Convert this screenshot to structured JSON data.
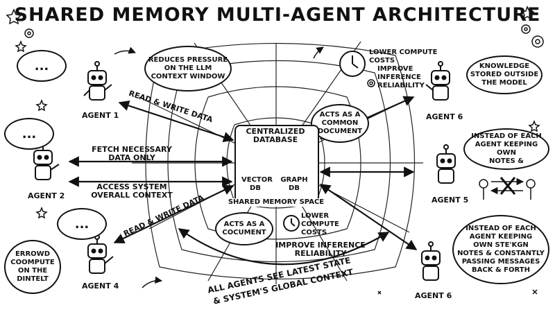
{
  "title": "SHARED MEMORY MULTI-AGENT ARCHITECTURE",
  "agents": {
    "agent1": "AGENT 1",
    "agent2": "AGENT 2",
    "agent4": "AGENT 4",
    "agent6_top": "AGENT 6",
    "agent5": "AGENT 5",
    "agent6_bottom": "AGENT 6"
  },
  "center": {
    "title_line1": "CENTRALIZED",
    "title_line2": "DATABASE",
    "vector_line1": "VECTOR",
    "vector_line2": "DB",
    "graph_line1": "GRAPH",
    "graph_line2": "DB",
    "shared_space": "SHARED MEMORY SPACE"
  },
  "arrows": {
    "agent1": "READ & WRITE DATA",
    "agent2_top_line1": "FETCH NECESSARY",
    "agent2_top_line2": "DATA ONLY",
    "agent2_bottom_line1": "ACCESS SYSTEM",
    "agent2_bottom_line2": "OVERALL CONTEXT",
    "agent4": "READ & WRITE DATA",
    "bottom_line1": "ALL AGENTS SEE LATEST STATE",
    "bottom_line2": "& SYSTEM'S GLOBAL CONTEXT"
  },
  "bubbles": {
    "pressure_line1": "REDUCES PRESSURE",
    "pressure_line2": "ON THE LLM",
    "pressure_line3": "CONTEXT WINDOW",
    "common_line1": "ACTS AS A",
    "common_line2": "COMMON",
    "common_line3": "DOCUMENT",
    "knowledge_line1": "KNOWLEDGE",
    "knowledge_line2": "STORED OUTSIDE",
    "knowledge_line3": "THE MODEL",
    "notes_line1": "INSTEAD OF EACH",
    "notes_line2": "AGENT KEEPING OWN",
    "notes_line3": "NOTES &",
    "errowd_line1": "ERROWD",
    "errowd_line2": "COOMPUTE",
    "errowd_line3": "ON THE",
    "errowd_line4": "DINTELT",
    "cocument_line1": "ACTS AS A",
    "cocument_line2": "COCUMENT",
    "messages_line1": "INSTEAD OF EACH",
    "messages_line2": "AGENT KEEPING",
    "messages_line3": "OWN STE'KGN",
    "messages_line4": "NOTES & CONSTANTLY",
    "messages_line5": "PASSING MESSAGES",
    "messages_line6": "BACK & FORTH",
    "dots": "..."
  },
  "benefits_top": {
    "line1": "LOWER COMPUTE",
    "line2": "COSTS",
    "line3": "IMPROVE",
    "line4": "INFERENCE",
    "line5": "RELIABILITY"
  },
  "benefits_center": {
    "line1": "LOWER",
    "line2": "COMPUTE",
    "line3": "COSTS",
    "line4": "IMPROVE INFERENCE",
    "line5": "RELIABILITY"
  }
}
